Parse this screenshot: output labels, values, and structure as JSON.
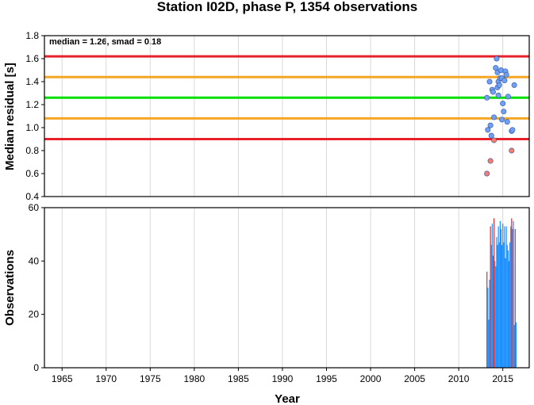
{
  "chart_data": [
    {
      "type": "scatter",
      "title": "Station I02D, phase P, 1354 observations",
      "ylabel": "Median residual [s]",
      "xlim": [
        1963,
        2018
      ],
      "ylim": [
        0.4,
        1.8
      ],
      "x_ticks": [
        "1965",
        "1970",
        "1975",
        "1980",
        "1985",
        "1990",
        "1995",
        "2000",
        "2005",
        "2010",
        "2015"
      ],
      "y_ticks": [
        "0.4",
        "0.6",
        "0.8",
        "1.0",
        "1.2",
        "1.4",
        "1.6",
        "1.8"
      ],
      "grid": true,
      "annotation": "median = 1.26, smad = 0.18",
      "reference_lines": [
        {
          "y": 1.62,
          "color": "#e8202a"
        },
        {
          "y": 1.44,
          "color": "#f5a623"
        },
        {
          "y": 1.26,
          "color": "#00e000"
        },
        {
          "y": 1.08,
          "color": "#f5a623"
        },
        {
          "y": 0.9,
          "color": "#e8202a"
        }
      ],
      "series": [
        {
          "color": "#6fa0f0",
          "points": [
            [
              2013.2,
              1.26
            ],
            [
              2013.3,
              0.98
            ],
            [
              2013.5,
              1.4
            ],
            [
              2013.6,
              1.02
            ],
            [
              2013.7,
              0.93
            ],
            [
              2013.8,
              1.33
            ],
            [
              2013.9,
              1.31
            ],
            [
              2014.0,
              1.09
            ],
            [
              2014.2,
              1.52
            ],
            [
              2014.3,
              1.6
            ],
            [
              2014.4,
              1.48
            ],
            [
              2014.4,
              1.35
            ],
            [
              2014.5,
              1.28
            ],
            [
              2014.5,
              1.4
            ],
            [
              2014.6,
              1.37
            ],
            [
              2014.7,
              1.43
            ],
            [
              2014.8,
              1.5
            ],
            [
              2014.9,
              1.43
            ],
            [
              2014.9,
              1.07
            ],
            [
              2015.0,
              1.21
            ],
            [
              2015.1,
              1.14
            ],
            [
              2015.2,
              1.41
            ],
            [
              2015.3,
              1.49
            ],
            [
              2015.4,
              1.46
            ],
            [
              2015.5,
              1.05
            ],
            [
              2015.6,
              1.27
            ],
            [
              2016.0,
              0.97
            ],
            [
              2016.1,
              0.98
            ],
            [
              2016.3,
              1.37
            ]
          ]
        },
        {
          "color": "#f47c6e",
          "points": [
            [
              2013.2,
              0.6
            ],
            [
              2013.6,
              0.71
            ],
            [
              2014.0,
              0.89
            ],
            [
              2016.0,
              0.8
            ]
          ]
        }
      ]
    },
    {
      "type": "bar",
      "ylabel": "Observations",
      "xlabel": "Year",
      "xlim": [
        1963,
        2018
      ],
      "ylim": [
        0,
        60
      ],
      "y_ticks": [
        "0",
        "20",
        "40",
        "60"
      ],
      "x_ticks": [
        "1965",
        "1970",
        "1975",
        "1980",
        "1985",
        "1990",
        "1995",
        "2000",
        "2005",
        "2010",
        "2015"
      ],
      "grid": true,
      "bar_color": "#1e90ff",
      "flag_color": "#d03030",
      "x": [
        2013.2,
        2013.3,
        2013.4,
        2013.5,
        2013.6,
        2013.7,
        2013.8,
        2013.9,
        2014.0,
        2014.1,
        2014.2,
        2014.3,
        2014.4,
        2014.5,
        2014.6,
        2014.7,
        2014.8,
        2014.9,
        2015.0,
        2015.1,
        2015.2,
        2015.3,
        2015.4,
        2015.5,
        2015.6,
        2015.7,
        2015.8,
        2015.9,
        2016.0,
        2016.1,
        2016.2,
        2016.3,
        2016.4,
        2016.5
      ],
      "values": [
        36,
        30,
        18,
        33,
        53,
        46,
        54,
        42,
        56,
        40,
        38,
        49,
        46,
        53,
        47,
        55,
        52,
        46,
        54,
        47,
        53,
        41,
        53,
        46,
        44,
        40,
        47,
        53,
        56,
        52,
        55,
        16,
        52,
        17
      ],
      "flags": [
        true,
        false,
        false,
        false,
        true,
        false,
        false,
        false,
        true,
        false,
        false,
        false,
        false,
        false,
        false,
        false,
        false,
        false,
        false,
        false,
        false,
        false,
        false,
        false,
        false,
        false,
        false,
        false,
        true,
        false,
        false,
        false,
        true,
        false
      ]
    }
  ]
}
